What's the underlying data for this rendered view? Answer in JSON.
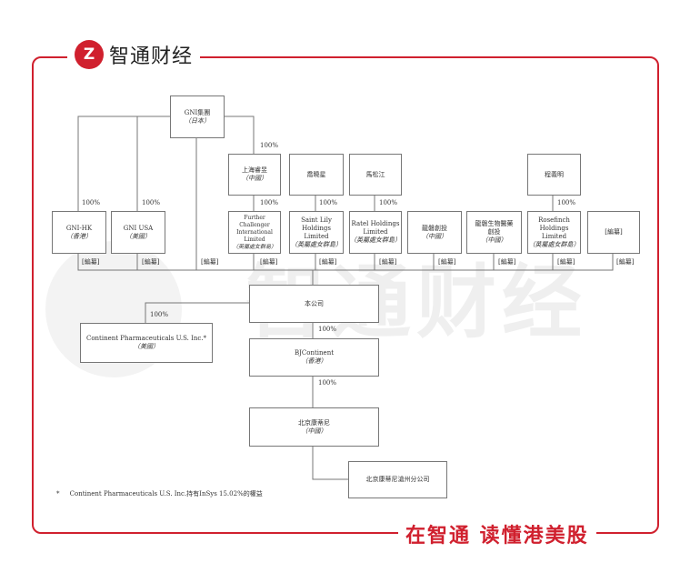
{
  "header": {
    "logo_text": "Z",
    "brand": "智通财经"
  },
  "footer": {
    "slogan": "在智通 读懂港美股"
  },
  "watermark": "智通财经",
  "colors": {
    "brand_red": "#d0202e",
    "line": "#777777"
  },
  "chart": {
    "gni": {
      "name": "GNI集團",
      "loc": "（日本）"
    },
    "gnihk": {
      "name": "GNI-HK",
      "loc": "（香港）"
    },
    "gniusa": {
      "name": "GNI USA",
      "loc": "（美國）"
    },
    "shrx": {
      "name": "上海睿昱",
      "loc": "（中國）"
    },
    "qxx": {
      "name": "喬曉星"
    },
    "msj": {
      "name": "馬松江"
    },
    "cym": {
      "name": "程義明"
    },
    "further": {
      "name1": "Further Challenger",
      "name2": "International Limited",
      "loc": "（英屬處女群島）"
    },
    "saint": {
      "name1": "Saint Lily",
      "name2": "Holdings Limited",
      "loc": "（英屬處女群島）"
    },
    "ratel": {
      "name1": "Ratel Holdings",
      "name2": "Limited",
      "loc": "（英屬處女群島）"
    },
    "lp": {
      "name": "龍磐創投",
      "loc": "（中國）"
    },
    "lpsw": {
      "name1": "龍磐生物醫藥",
      "name2": "創投",
      "loc": "（中國）"
    },
    "rose": {
      "name1": "Rosefinch",
      "name2": "Holdings Limited",
      "loc": "（英屬處女群島）"
    },
    "redacted": "[編纂]",
    "company": {
      "name": "本公司"
    },
    "cpus": {
      "name": "Continent Pharmaceuticals U.S. Inc.*",
      "loc": "（美國）"
    },
    "bj": {
      "name": "BJContinent",
      "loc": "（香港）"
    },
    "bjktn": {
      "name": "北京康蒂尼",
      "loc": "（中國）"
    },
    "branch": {
      "name": "北京康蒂尼滄州分公司"
    },
    "pct": "100%",
    "footnote_mark": "*",
    "footnote": "Continent Pharmaceuticals U.S. Inc.持有InSys 15.02%的權益"
  }
}
